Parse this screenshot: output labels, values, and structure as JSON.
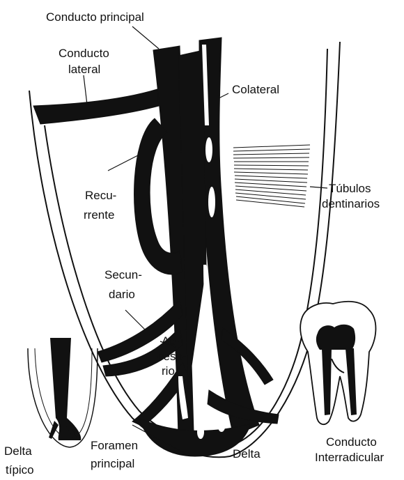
{
  "labels": {
    "conducto_principal": "Conducto principal",
    "conducto_lateral_1": "Conducto",
    "conducto_lateral_2": "lateral",
    "colateral": "Colateral",
    "recurrente_1": "Recu-",
    "recurrente_2": "rrente",
    "tubulos_1": "Túbulos",
    "tubulos_2": "dentinarios",
    "secundario_1": "Secun-",
    "secundario_2": "dario",
    "accesorio_1": "Ac-",
    "accesorio_2": "ceso-",
    "accesorio_3": "rio",
    "delta_tipico_1": "Delta",
    "delta_tipico_2": "típico",
    "foramen_1": "Foramen",
    "foramen_2": "principal",
    "delta": "Delta",
    "interradicular_1": "Conducto",
    "interradicular_2": "Interradicular"
  },
  "colors": {
    "ink": "#111111",
    "background": "#ffffff"
  }
}
